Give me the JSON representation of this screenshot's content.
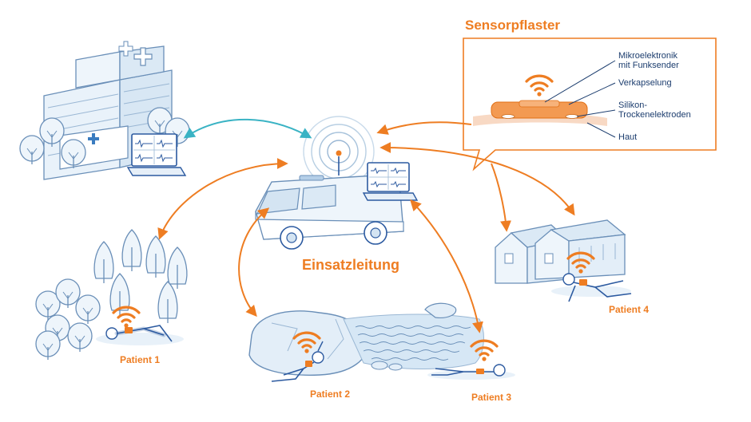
{
  "colors": {
    "orange": "#ee7d22",
    "teal": "#3ab3c4",
    "line_blue": "#6a8fb8",
    "fill_blue": "#e3eef8",
    "dark_blue": "#1c3d6e"
  },
  "center": {
    "label": "Einsatzleitung"
  },
  "callout": {
    "title": "Sensorpflaster",
    "labels": [
      {
        "id": "mikro",
        "text": "Mikroelektronik\nmit Funksender"
      },
      {
        "id": "verkap",
        "text": "Verkapselung"
      },
      {
        "id": "silikon",
        "text": "Silikon-\nTrockenelektroden"
      },
      {
        "id": "haut",
        "text": "Haut"
      }
    ]
  },
  "patients": [
    {
      "id": "p1",
      "label": "Patient 1"
    },
    {
      "id": "p2",
      "label": "Patient 2"
    },
    {
      "id": "p3",
      "label": "Patient 3"
    },
    {
      "id": "p4",
      "label": "Patient 4"
    }
  ],
  "icons": [
    "hospital-icon",
    "ambulance-icon",
    "laptop-icon",
    "wifi-icon",
    "tree-icon",
    "rock-icon",
    "water-icon",
    "house-icon",
    "person-icon",
    "sensor-patch-icon"
  ]
}
